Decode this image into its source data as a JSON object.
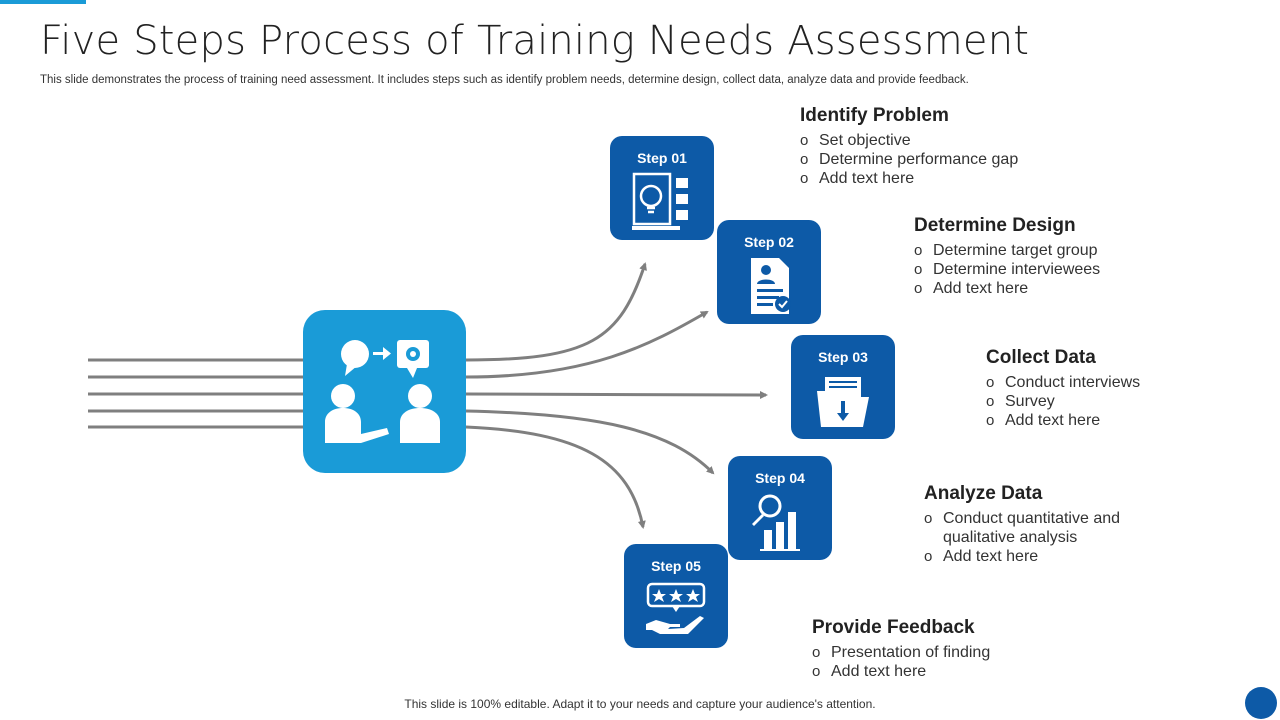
{
  "slide": {
    "title": "Five Steps Process of Training Needs Assessment",
    "subtitle": "This slide demonstrates the process of training need assessment. It includes steps such as identify problem needs, determine design, collect data, analyze data and provide feedback.",
    "footer": "This slide is 100% editable. Adapt it to your needs and capture your audience's attention."
  },
  "colors": {
    "hub": "#1a9bd7",
    "step_box": "#0d5aa7",
    "lines": "#7f7f7f",
    "accent": "#1a9bd7"
  },
  "hub": {
    "icon": "people-discussion-icon"
  },
  "steps": [
    {
      "label": "Step 01",
      "icon": "lightbulb-checklist-icon",
      "heading": "Identify Problem",
      "bullets": [
        "Set objective",
        "Determine performance gap",
        "Add text here"
      ]
    },
    {
      "label": "Step 02",
      "icon": "profile-document-icon",
      "heading": "Determine Design",
      "bullets": [
        "Determine target group",
        "Determine  interviewees",
        "Add text here"
      ]
    },
    {
      "label": "Step 03",
      "icon": "folder-download-icon",
      "heading": "Collect Data",
      "bullets": [
        "Conduct interviews",
        "Survey",
        "Add text here"
      ]
    },
    {
      "label": "Step 04",
      "icon": "magnifier-bar-chart-icon",
      "heading": "Analyze Data",
      "bullets": [
        "Conduct quantitative and qualitative analysis",
        "Add text here"
      ]
    },
    {
      "label": "Step 05",
      "icon": "rating-stars-hand-icon",
      "heading": "Provide Feedback",
      "bullets": [
        "Presentation of finding",
        "Add text here"
      ]
    }
  ]
}
